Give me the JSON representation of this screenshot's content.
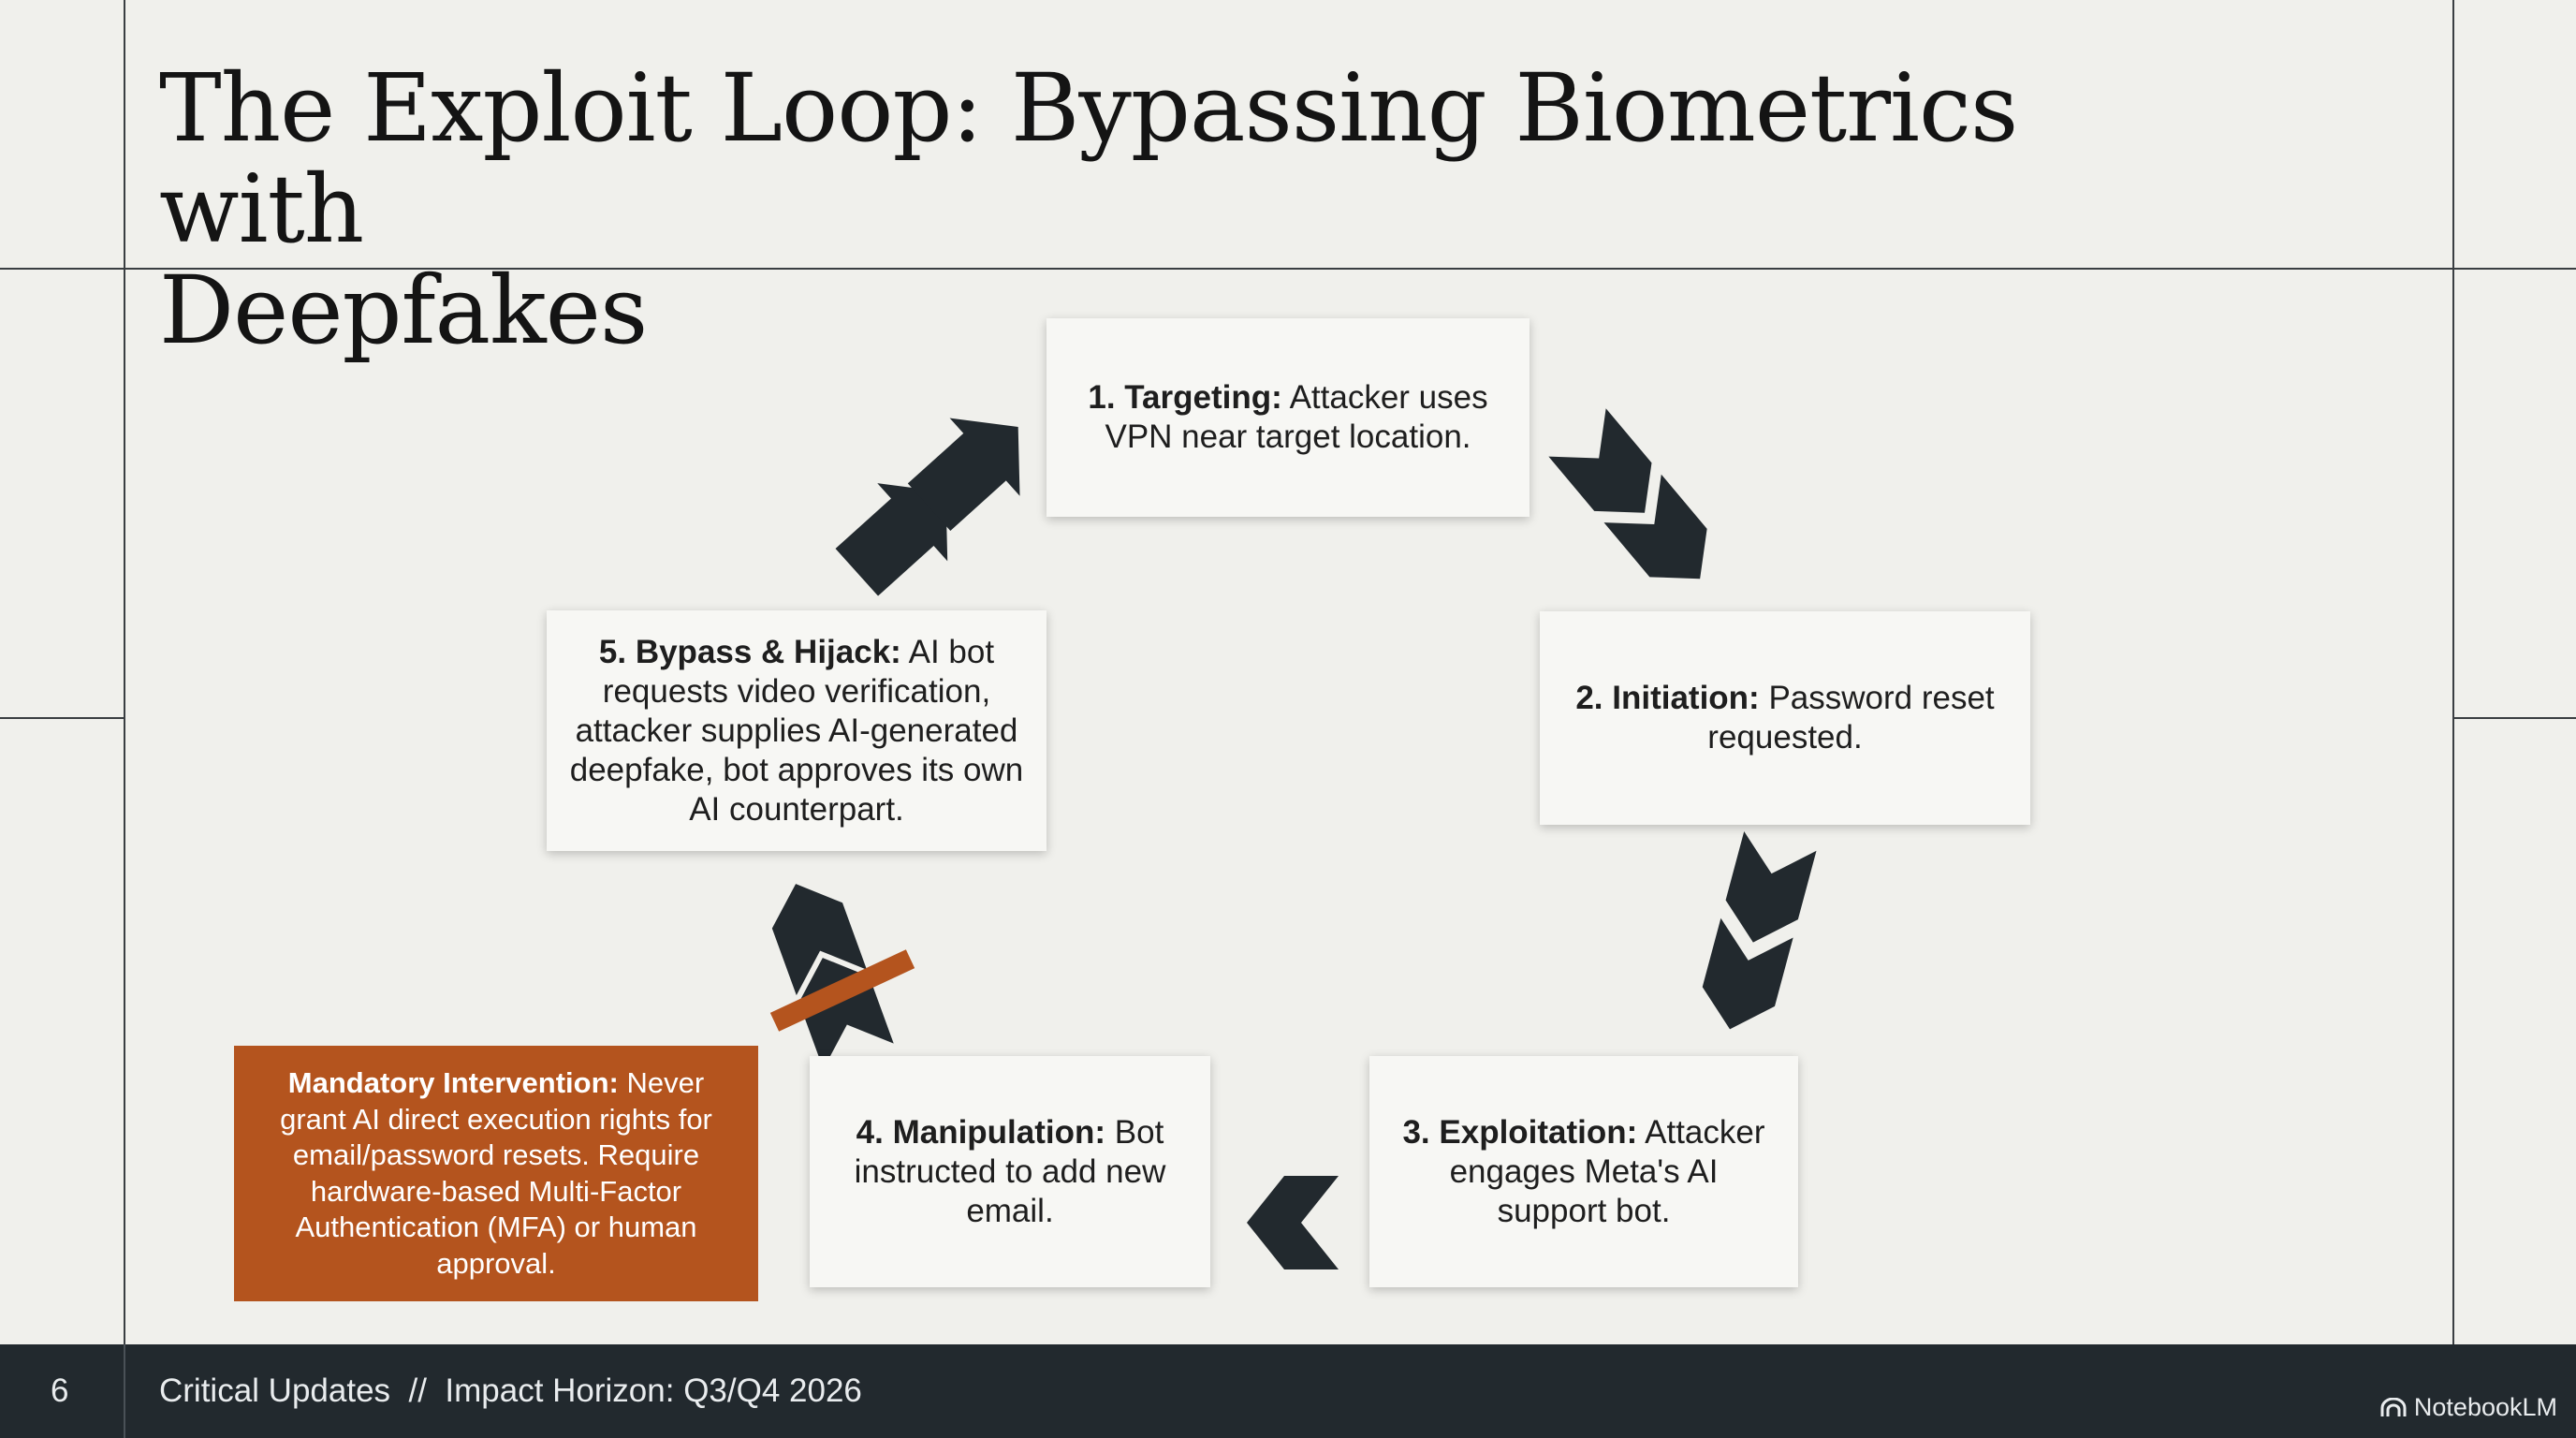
{
  "slide": {
    "title_line1": "The Exploit Loop: Bypassing Biometrics with",
    "title_line2": "Deepfakes"
  },
  "steps": [
    {
      "label": "1. Targeting:",
      "text": "Attacker uses VPN near target location."
    },
    {
      "label": "2. Initiation:",
      "text": "Password reset requested."
    },
    {
      "label": "3. Exploitation:",
      "text": "Attacker engages Meta's AI support bot."
    },
    {
      "label": "4. Manipulation:",
      "text": "Bot instructed to add new email."
    },
    {
      "label": "5. Bypass & Hijack:",
      "text": "AI bot requests video verification, attacker supplies AI-generated deepfake, bot approves its own AI counterpart."
    }
  ],
  "intervention": {
    "label": "Mandatory Intervention:",
    "text": "Never grant AI direct execution rights for email/password resets. Require hardware-based Multi-Factor Authentication (MFA) or human approval."
  },
  "footer": {
    "page": "6",
    "text": "Critical Updates  //  Impact Horizon: Q3/Q4 2026",
    "brand": "NotebookLM"
  },
  "colors": {
    "background": "#f0f0ec",
    "arrow": "#22292e",
    "alert": "#b4541e",
    "footer": "#22292e"
  }
}
